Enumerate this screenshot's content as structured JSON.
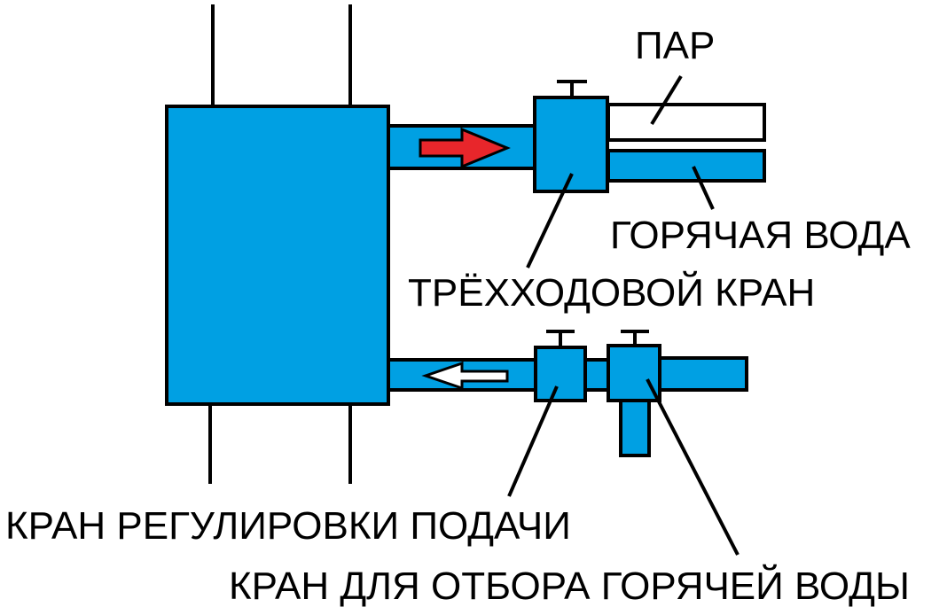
{
  "labels": {
    "steam": "ПАР",
    "hot_water": "ГОРЯЧАЯ ВОДА",
    "three_way_valve": "ТРЁХХОДОВОЙ КРАН",
    "supply_control_valve": "КРАН РЕГУЛИРОВКИ ПОДАЧИ",
    "hot_water_tap": "КРАН ДЛЯ ОТБОРА ГОРЯЧЕЙ ВОДЫ"
  },
  "colors": {
    "pipe": "#00A0E3",
    "outline": "#000000",
    "flow_arrow_out": "#E8262B",
    "flow_arrow_in": "#FFFFFF",
    "steam_pipe": "#FFFFFF"
  }
}
